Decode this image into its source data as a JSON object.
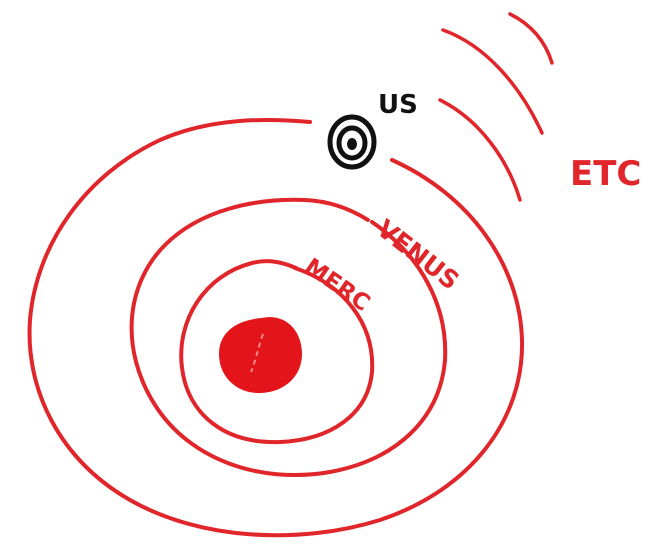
{
  "diagram": {
    "labels": {
      "us": "US",
      "etc": "ETC",
      "venus": "VENUS",
      "mercury": "MERC"
    },
    "colors": {
      "ink_red": "#e0262b",
      "ink_black": "#111111",
      "sun_fill": "#e3141a",
      "background": "#ffffff"
    },
    "icons": {
      "sun": "sun-icon",
      "earth": "earth-icon"
    }
  }
}
